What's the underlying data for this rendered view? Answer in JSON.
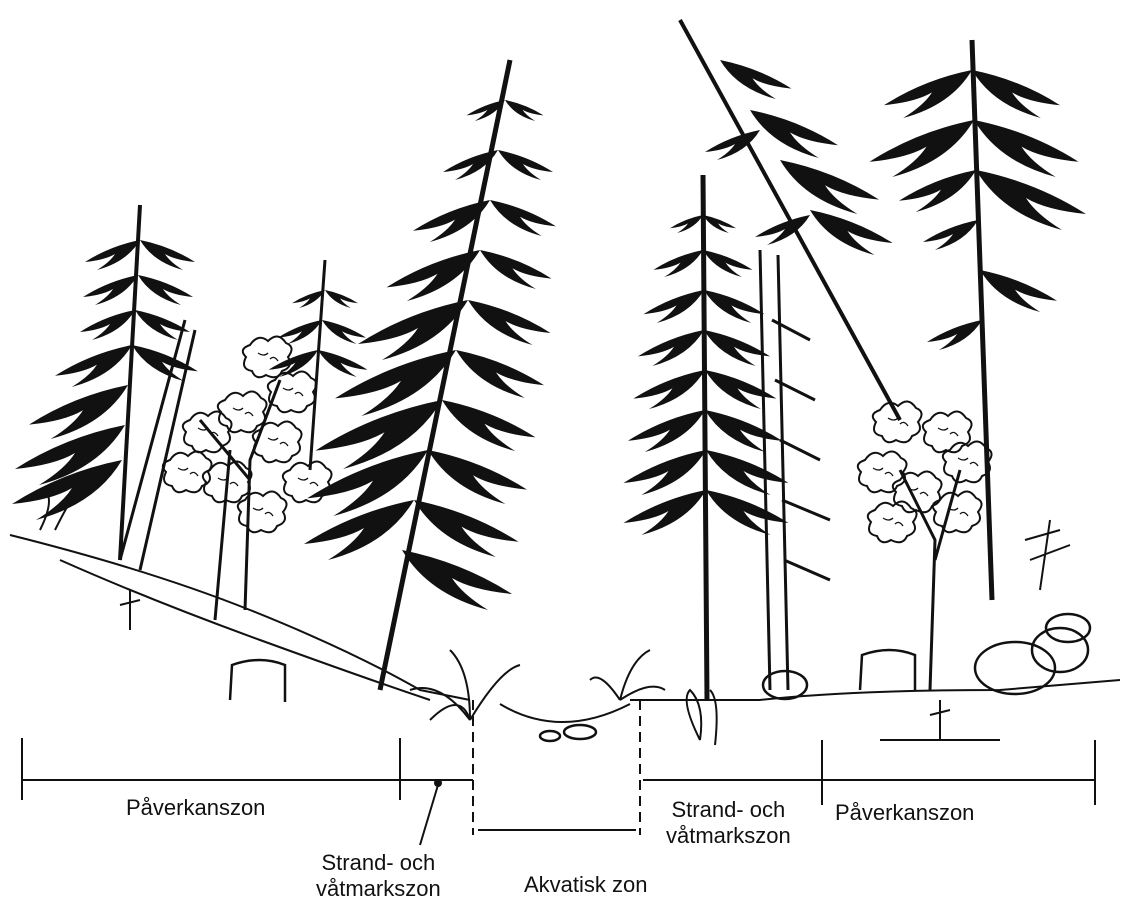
{
  "diagram": {
    "colors": {
      "ink": "#111111",
      "paper": "#ffffff"
    },
    "zones": {
      "left_influence": "Påverkanszon",
      "left_shore": "Strand- och\nvåtmarkszon",
      "aquatic": "Akvatisk zon",
      "right_shore": "Strand- och\nvåtmarkszon",
      "right_influence": "Påverkanszon"
    },
    "illustration": "forest-stream-cross-section"
  }
}
